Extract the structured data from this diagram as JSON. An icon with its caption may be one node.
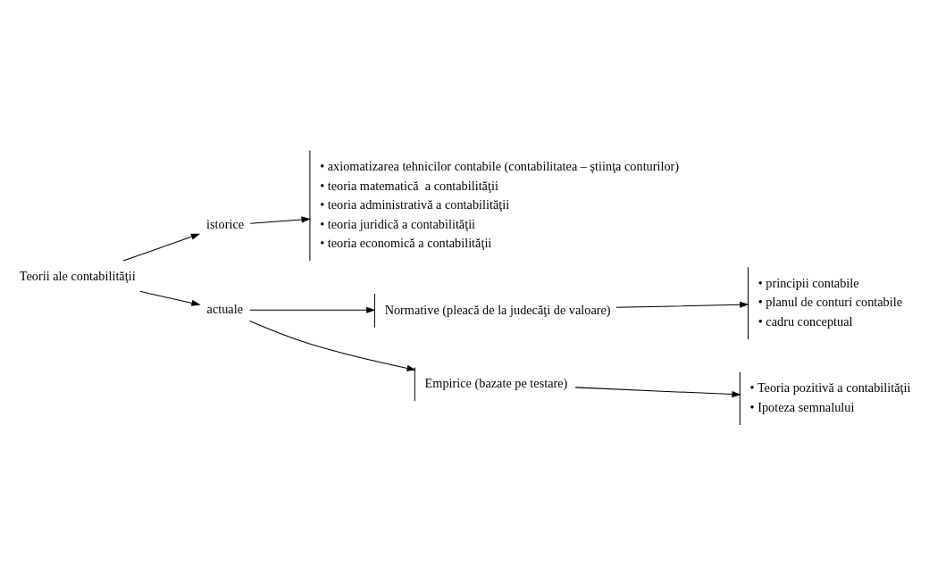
{
  "diagram": {
    "nodes": [
      {
        "text": [
          "Teorii ale contabilităţii"
        ]
      },
      {
        "text": [
          "istorice"
        ]
      },
      {
        "text": [
          "• axiomatizarea tehnicilor contabile (contabilitatea – ştiinţa conturilor)",
          "• teoria matematică  a contabilităţii",
          "• teoria administrativă a contabilităţii",
          "• teoria juridică a contabilităţii",
          "• teoria economică a contabilităţii"
        ]
      },
      {
        "text": [
          "actuale"
        ]
      },
      {
        "text": [
          "Normative (pleacă de la judecăţi de valoare)"
        ]
      },
      {
        "text": [
          "Empirice (bazate pe testare)"
        ]
      },
      {
        "text": [
          "• principii contabile",
          "• planul de conturi contabile",
          "• cadru conceptual"
        ]
      },
      {
        "text": [
          "• Teoria pozitivă a contabilităţii",
          "• Ipoteza semnalului"
        ]
      }
    ],
    "edges": [
      {
        "from": 0,
        "to": 1,
        "arrow": "to"
      },
      {
        "from": 0,
        "to": 3,
        "arrow": "to"
      },
      {
        "from": 1,
        "to": 2,
        "arrow": "to"
      },
      {
        "from": 3,
        "to": 4,
        "arrow": "to"
      },
      {
        "from": 3,
        "to": 5,
        "arrow": "to"
      },
      {
        "from": 4,
        "to": 6,
        "arrow": "to"
      },
      {
        "from": 5,
        "to": 7,
        "arrow": "to"
      }
    ]
  }
}
